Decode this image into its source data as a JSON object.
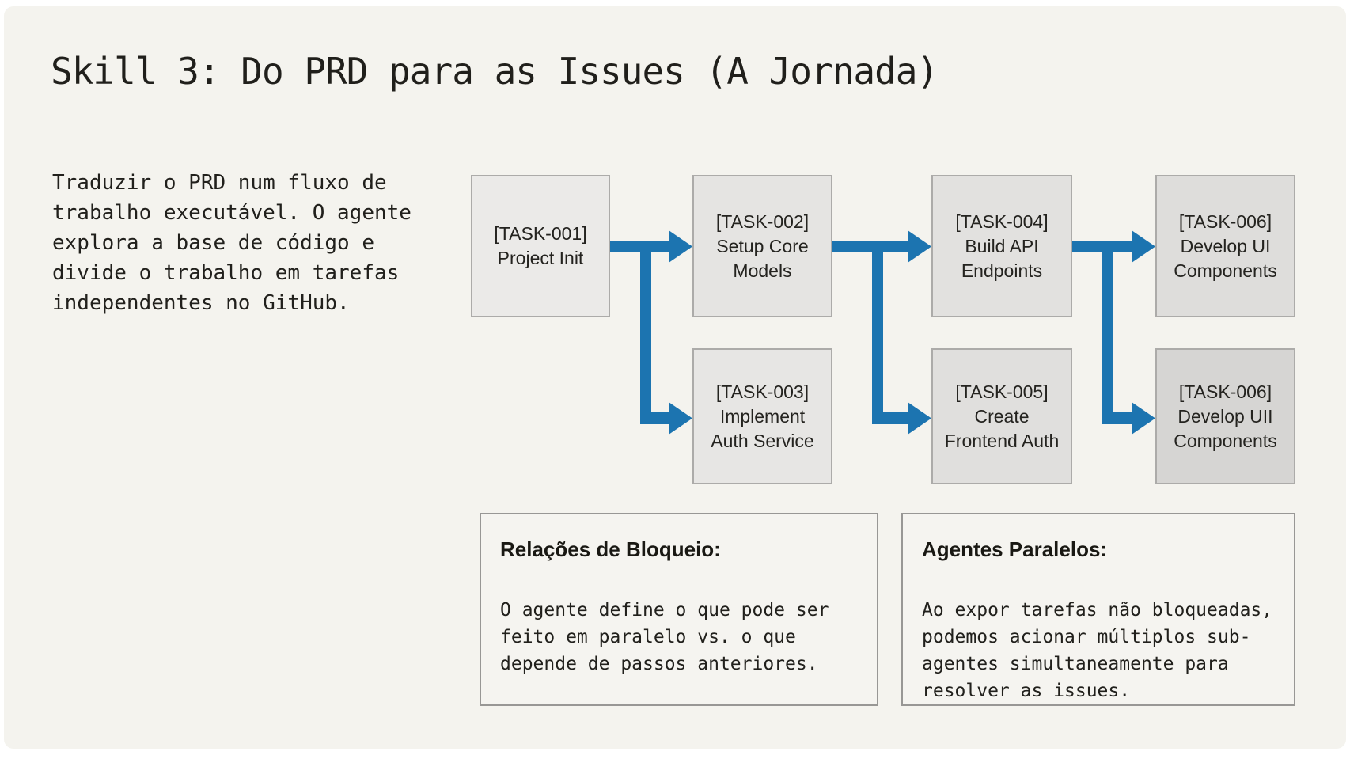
{
  "colors": {
    "accent": "#1c74b0",
    "background": "#f4f3ee",
    "task_box_border": "#acaba9",
    "note_box_border": "#989795"
  },
  "slide": {
    "title": "Skill 3: Do PRD para as Issues (A Jornada)",
    "intro_lines": [
      "Traduzir o PRD num fluxo de",
      "trabalho executável. O agente",
      "explora a base de código e",
      "divide o trabalho em tarefas",
      "independentes no GitHub."
    ]
  },
  "flowchart": {
    "tasks": [
      {
        "id": "[TASK-001]",
        "label_lines": [
          "Project Init"
        ]
      },
      {
        "id": "[TASK-002]",
        "label_lines": [
          "Setup Core",
          "Models"
        ]
      },
      {
        "id": "[TASK-003]",
        "label_lines": [
          "Implement",
          "Auth Service"
        ]
      },
      {
        "id": "[TASK-004]",
        "label_lines": [
          "Build API",
          "Endpoints"
        ]
      },
      {
        "id": "[TASK-005]",
        "label_lines": [
          "Create",
          "Frontend Auth"
        ]
      },
      {
        "id": "[TASK-006]",
        "label_lines": [
          "Develop UI",
          "Components"
        ]
      },
      {
        "id": "[TASK-006]",
        "label_lines": [
          "Develop UII",
          "Components"
        ]
      }
    ],
    "connections": [
      {
        "from": "TASK-001",
        "to": "TASK-002"
      },
      {
        "from": "TASK-001",
        "to": "TASK-003"
      },
      {
        "from": "TASK-002",
        "to": "TASK-004"
      },
      {
        "from": "TASK-002",
        "to": "TASK-005"
      },
      {
        "from": "TASK-004",
        "to": "TASK-006 (Develop UI)"
      },
      {
        "from": "TASK-004",
        "to": "TASK-006 (Develop UII)"
      }
    ]
  },
  "notes": [
    {
      "heading": "Relações de Bloqueio:",
      "body_lines": [
        "O agente define o que pode ser",
        "feito em paralelo vs. o que",
        "depende de passos anteriores."
      ]
    },
    {
      "heading": "Agentes Paralelos:",
      "body_lines": [
        "Ao expor tarefas não bloqueadas,",
        "podemos acionar múltiplos sub-",
        "agentes simultaneamente para",
        "resolver as issues."
      ]
    }
  ]
}
